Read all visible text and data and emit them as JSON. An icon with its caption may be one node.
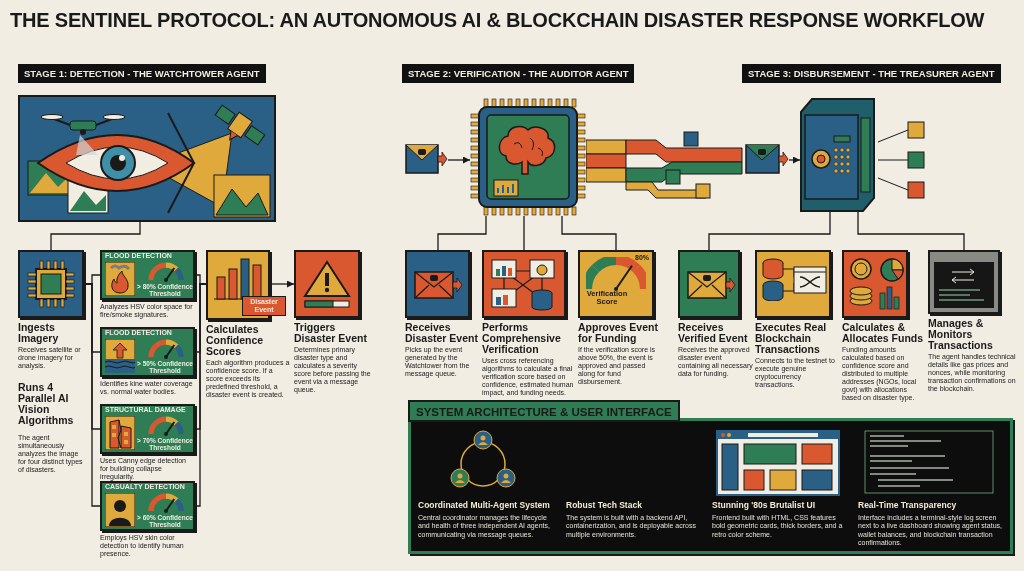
{
  "diagram": {
    "title": "THE SENTINEL PROTOCOL: AN AUTONOMOUS AI & BLOCKCHAIN DISASTER RESPONSE WORKFLOW",
    "nodes": [
      {
        "text": [],
        "shape": "picture",
        "beside": [
          "STAGE 1: DETECTION - THE WATCHTOWER AGENT"
        ]
      },
      {
        "text": [
          "Ingests Imagery",
          "Receives satellite or drone imagery for analysis."
        ]
      },
      {
        "text": [
          "FLOOD DETECTION",
          "> 80% Confidence Threshold"
        ],
        "beside": [
          "Analyzes HSV color space for fire/smoke signatures."
        ]
      },
      {
        "text": [
          "FLOOD DETECTION",
          "> 50% Confidence Threshold"
        ],
        "beside": [
          "Identifies kine water coverage vs. normal water bodies."
        ]
      },
      {
        "text": [
          "STRUCTURAL DAMAGE",
          "> 70% Confidence Threshold"
        ],
        "beside": [
          "Uses Canny edge detection for building collapse irregularity."
        ]
      },
      {
        "text": [
          "CASUALTY DETECTION",
          "> 60% Confidence Threshold"
        ],
        "beside": [
          "Employs HSV skin color detection to identify human presence."
        ]
      },
      {
        "text": [
          "Disaster Event",
          "Calculates Confidence Scores",
          "Each algorithm produces a confidence score. If a score exceeds its predefined threshold, a disaster event is created."
        ]
      },
      {
        "text": [
          "Triggers Disaster Event",
          "Determines primary disaster type and calculates a severity score before passing the event via a message queue."
        ]
      },
      {
        "text": [],
        "shape": "picture"
      },
      {
        "text": [],
        "shape": "picture",
        "beside": [
          "STAGE 2: VERIFICATION - THE AUDITOR AGENT"
        ]
      },
      {
        "text": [
          "Receives Disaster Event",
          "Picks up the event generated by the Watchtower from the message queue."
        ]
      },
      {
        "text": [
          "Performs Comprehensive Verification",
          "Uses cross referencing algorithms to calculate a final verification score based on confidence, estimated human impact, and funding needs."
        ]
      },
      {
        "text": [
          "80%",
          "Verification Score",
          "Approves Event for Funding",
          "If the verification score is above 50%, the event is approved and passed along for fund disbursement."
        ]
      },
      {
        "text": [],
        "shape": "picture"
      },
      {
        "text": [],
        "shape": "picture",
        "beside": [
          "STAGE 3: DISBURSEMENT - THE TREASURER AGENT"
        ]
      },
      {
        "text": [
          "Receives Verified Event",
          "Receives the approved disaster event containing all necessary data for funding."
        ]
      },
      {
        "text": [
          "Executes Real Blockchain Transactions",
          "Connects to the testnet to execute genuine cryptocurrency transactions."
        ]
      },
      {
        "text": [
          "Calculates & Allocates Funds",
          "Funding amounts calculated based on confidence score and distributed to multiple addresses (NGOs, local govt) with allocations based on disaster type."
        ]
      },
      {
        "text": [
          "Manages & Monitors Transactions",
          "The agent handles technical details like gas prices and nonces, while monitoring transaction confirmations on the blockchain."
        ]
      },
      {
        "text": [
          "SYSTEM ARCHITECTURE & USER INTERFACE"
        ]
      }
    ],
    "edges": [
      {
        "from": 0,
        "to": 1,
        "arrow": "none"
      },
      {
        "from": 1,
        "to": 2,
        "arrow": "none"
      },
      {
        "from": 1,
        "to": 3,
        "arrow": "none"
      },
      {
        "from": 1,
        "to": 4,
        "arrow": "none"
      },
      {
        "from": 1,
        "to": 5,
        "arrow": "none"
      },
      {
        "from": 2,
        "to": 6,
        "arrow": "none"
      },
      {
        "from": 3,
        "to": 6,
        "arrow": "none"
      },
      {
        "from": 4,
        "to": 6,
        "arrow": "none"
      },
      {
        "from": 5,
        "to": 6,
        "arrow": "none"
      },
      {
        "from": 6,
        "to": 7,
        "arrow": "to"
      },
      {
        "from": 8,
        "to": 9,
        "arrow": "to"
      },
      {
        "from": 9,
        "to": 10,
        "arrow": "none"
      },
      {
        "from": 9,
        "to": 11,
        "arrow": "none"
      },
      {
        "from": 9,
        "to": 12,
        "arrow": "none"
      },
      {
        "from": 13,
        "to": 14,
        "arrow": "to"
      },
      {
        "from": 14,
        "to": 15,
        "arrow": "none"
      },
      {
        "from": 14,
        "to": 18,
        "arrow": "none"
      }
    ],
    "labels": [
      "Runs 4 Parallel AI Vision Algorithms",
      "The agent simultaneously analyzes the image for four distinct types of disasters.",
      "Coordinated Multi-Agent System",
      "Central coordinator manages the lifecycle and health of three independent AI agents, communicating via message queues.",
      "Robust Tech Stack",
      "The system is built with a backend API, containerization, and is deployable across multiple environments.",
      "Stunning '80s Brutalist UI",
      "Frontend built with HTML, CSS features bold geometric cards, thick borders, and a retro color scheme.",
      "Real-Time Transparency",
      "Interface includes a terminal-style log screen next to a live dashboard showing agent status, wallet balances, and blockchain transaction confirmations."
    ]
  }
}
